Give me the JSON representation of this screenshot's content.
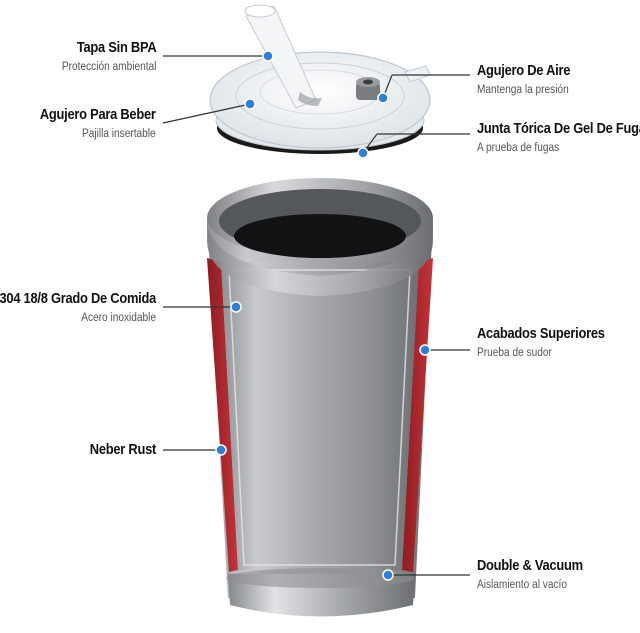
{
  "callouts": {
    "bpa_lid": {
      "title": "Tapa Sin BPA",
      "subtitle": "Protección ambiental"
    },
    "drink_hole": {
      "title": "Agujero Para Beber",
      "subtitle": "Pajilla insertable"
    },
    "steel_grade": {
      "title": "304 18/8 Grado De Comida",
      "subtitle": "Acero inoxidable"
    },
    "never_rust": {
      "title": "Neber Rust"
    },
    "air_hole": {
      "title": "Agujero De Aire",
      "subtitle": "Mantenga la presión"
    },
    "gasket": {
      "title": "Junta Tórica De Gel De Fugas",
      "subtitle": "A prueba de fugas"
    },
    "finish": {
      "title": "Acabados  Superiores",
      "subtitle": "Prueba de sudor"
    },
    "double_vacuum": {
      "title": "Double & Vacuum",
      "subtitle": "Aislamiento al vacío"
    }
  },
  "colors": {
    "steel": "#a7a9ac",
    "steel_dark": "#6f7275",
    "inner_red": "#b0242a",
    "marker_blue": "#2f7fd6",
    "leader_line": "#333333"
  }
}
